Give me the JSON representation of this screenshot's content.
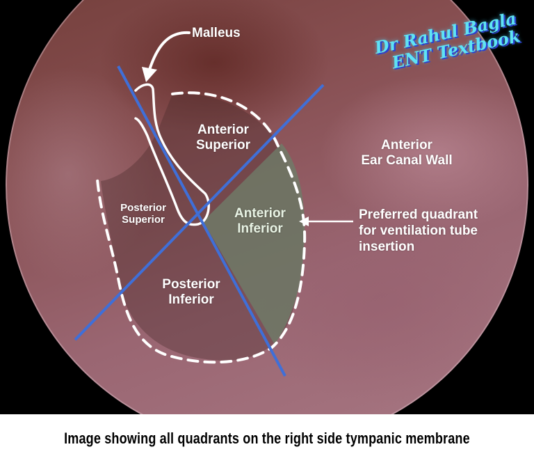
{
  "figure": {
    "type": "annotated otoscopic image",
    "subject": "right side tympanic membrane",
    "colors": {
      "background": "#000000",
      "tissue": "#8a5358",
      "quadrant_lines": "#3f6fd8",
      "outline": "#ffffff",
      "preferred_quadrant_tint": "#6f7a68",
      "watermark": "#5fe3f5",
      "caption_bg": "#ffffff",
      "caption_text": "#000000"
    }
  },
  "watermark": {
    "line1": "Dr Rahul Bagla",
    "line2": "ENT Textbook"
  },
  "labels": {
    "malleus": "Malleus",
    "anterior_superior": [
      "Anterior",
      "Superior"
    ],
    "posterior_superior": [
      "Posterior",
      "Superior"
    ],
    "anterior_inferior": [
      "Anterior",
      "Inferior"
    ],
    "posterior_inferior": [
      "Posterior",
      "Inferior"
    ],
    "anterior_ear_canal_wall": [
      "Anterior",
      "Ear Canal Wall"
    ],
    "preferred_quadrant": [
      "Preferred quadrant",
      "for ventilation tube",
      "insertion"
    ]
  },
  "annotations": {
    "arrows": [
      {
        "name": "malleus-arrow",
        "from": "Malleus label",
        "to": "malleus outline"
      },
      {
        "name": "preferred-quadrant-arrow",
        "from": "Preferred quadrant label",
        "to": "Anterior Inferior quadrant"
      }
    ],
    "lines": [
      {
        "name": "quadrant-line-1",
        "direction": "upper-left to lower-right along malleus handle"
      },
      {
        "name": "quadrant-line-2",
        "direction": "lower-left to upper-right, perpendicular through umbo"
      }
    ],
    "outlines": [
      "tympanic membrane dashed outline",
      "malleus handle outline"
    ]
  },
  "caption": {
    "text": "Image showing all quadrants on the right side tympanic membrane"
  }
}
